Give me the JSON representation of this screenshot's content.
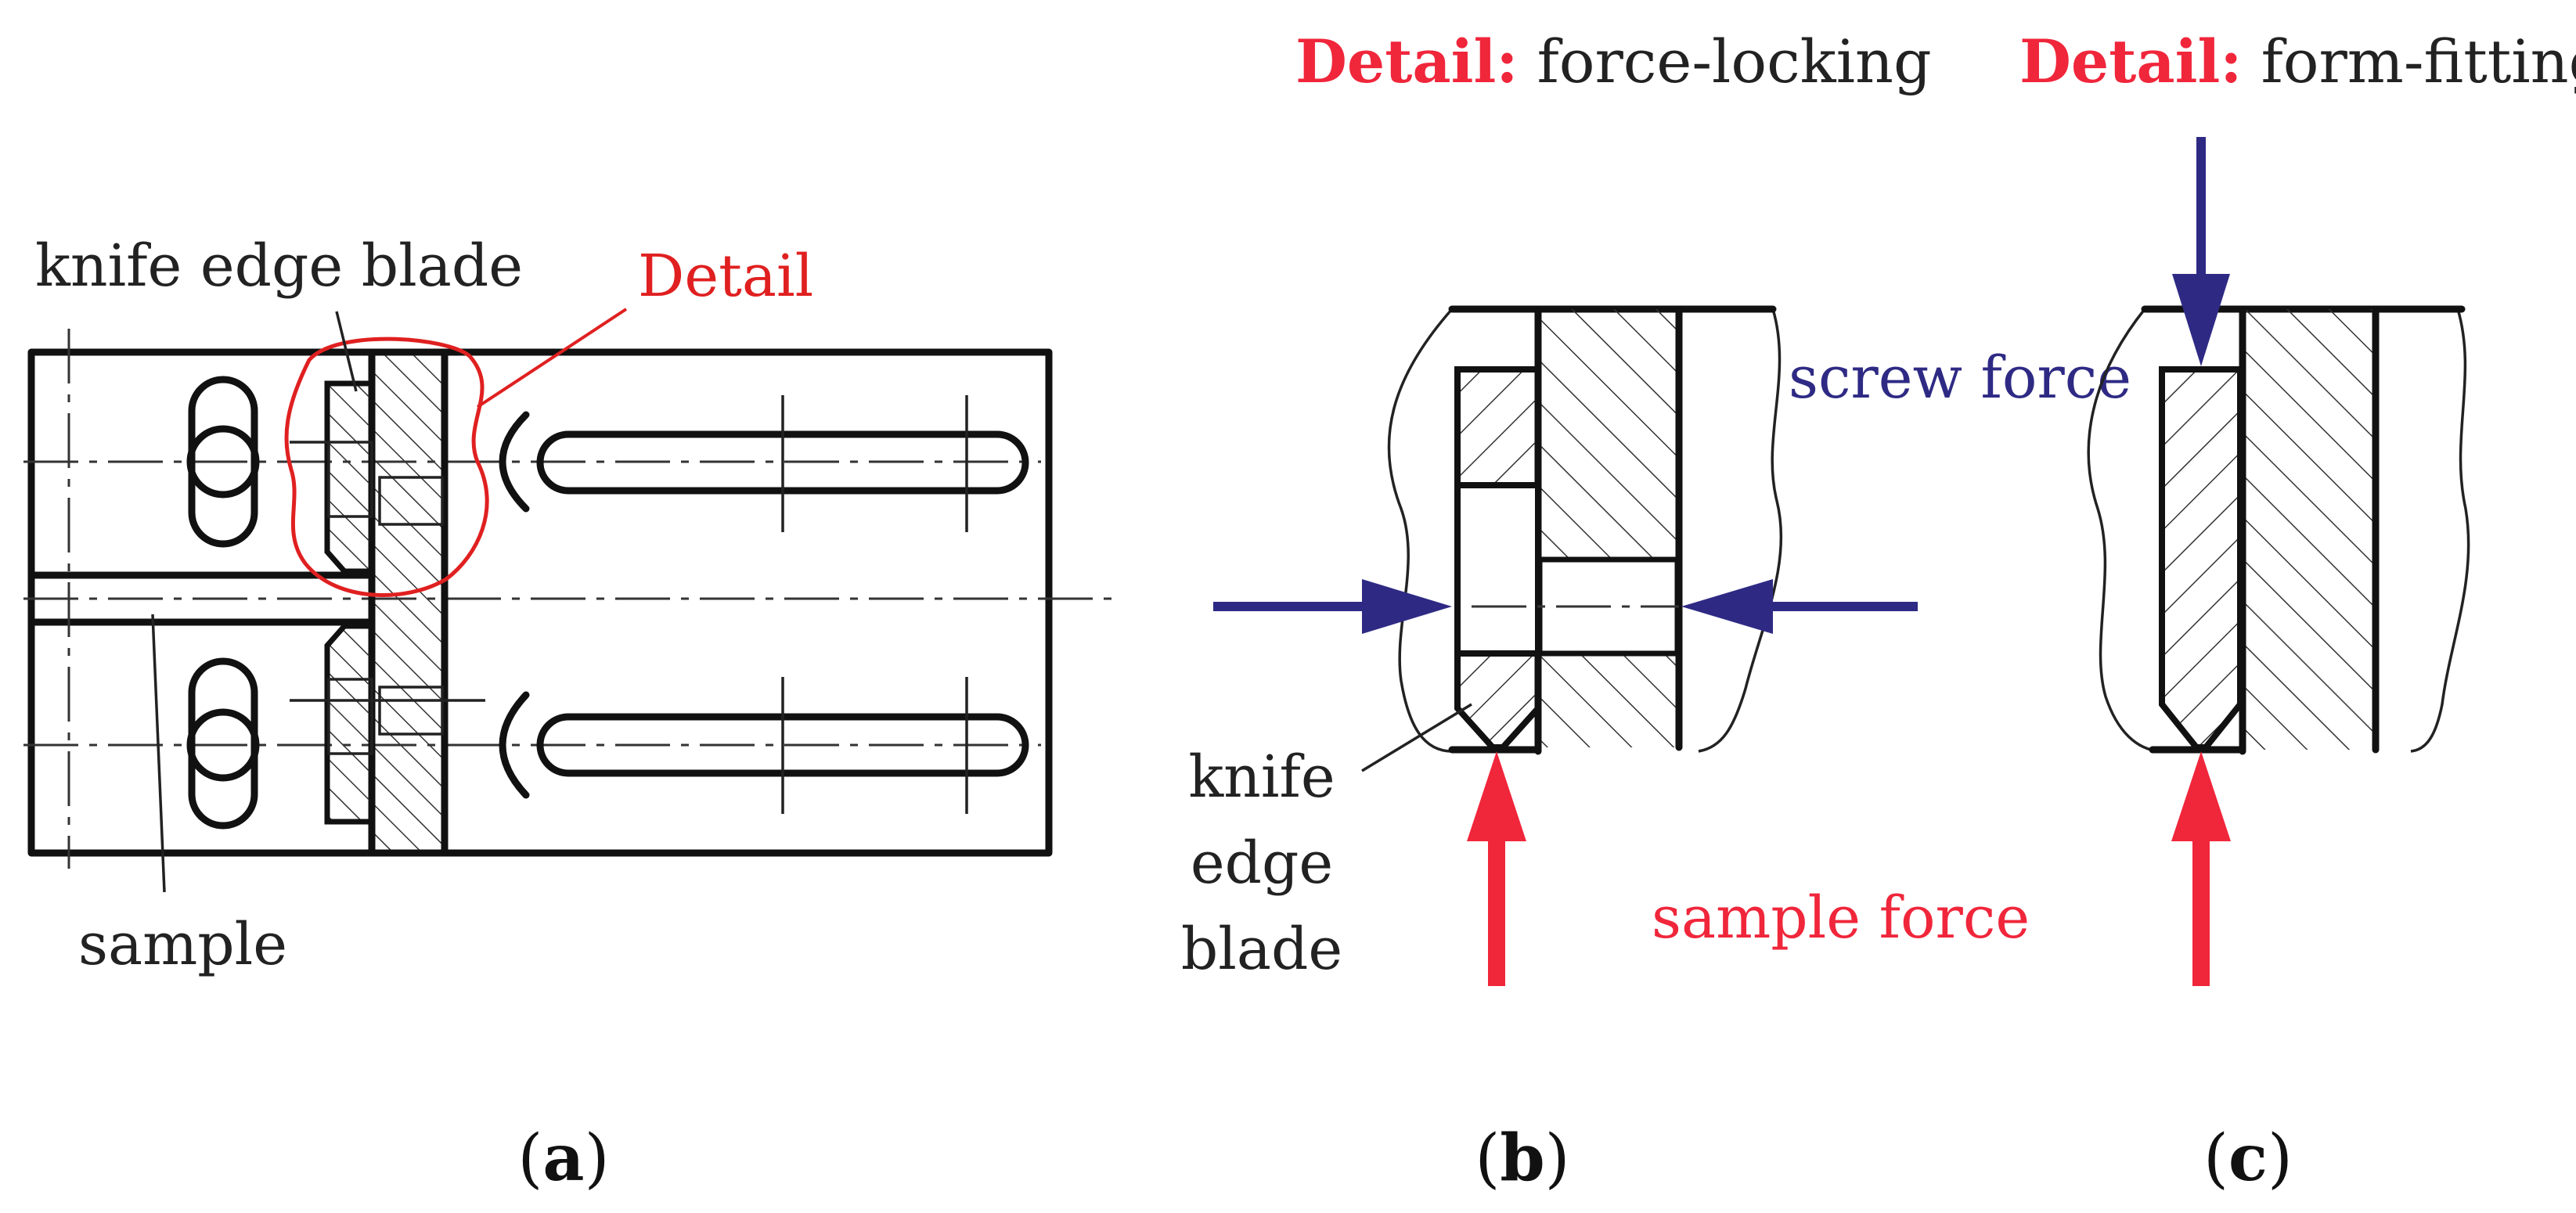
{
  "panel_a": {
    "knife_edge_blade_label": "knife edge blade",
    "detail_label": "Detail",
    "sample_label": "sample",
    "caption_letter": "a"
  },
  "panel_b": {
    "title_prefix": "Detail:",
    "title_text": "force-locking",
    "screw_force_label": "screw force",
    "sample_force_label": "sample force",
    "knife_label_lines": [
      "knife",
      "edge",
      "blade"
    ],
    "caption_letter": "b"
  },
  "panel_c": {
    "title_prefix": "Detail:",
    "title_text": "form-fitting",
    "caption_letter": "c"
  },
  "colors": {
    "accent_red": "#f0263b",
    "arrow_blue": "#2e2a84",
    "detail_outline_red": "#e02020",
    "line_black": "#111111"
  }
}
